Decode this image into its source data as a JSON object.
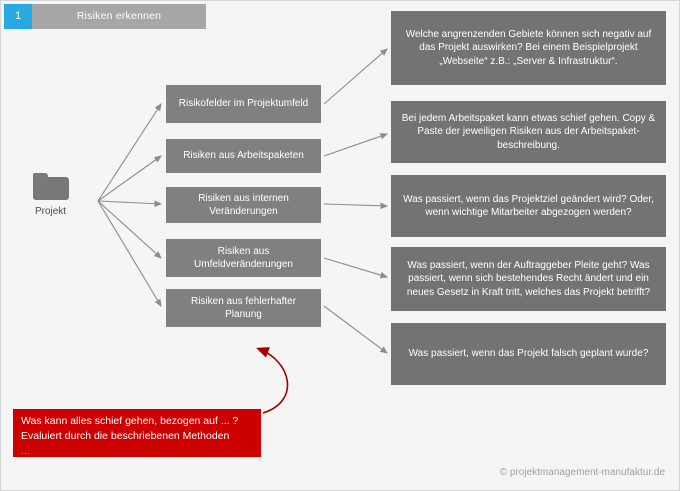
{
  "header": {
    "step_number": "1",
    "title": "Risiken erkennen",
    "badge_color": "#27aae1",
    "bar_color": "#a6a6a6"
  },
  "project_node": {
    "icon": "folder-icon",
    "label": "Projekt"
  },
  "risk_fields": [
    {
      "label": "Risikofelder im Projektumfeld"
    },
    {
      "label": "Risiken aus Arbeitspaketen"
    },
    {
      "label": "Risiken aus internen Veränderungen"
    },
    {
      "label": "Risiken aus Umfeldveränderungen"
    },
    {
      "label": "Risiken aus fehlerhafter Planung"
    }
  ],
  "explanations": [
    {
      "text": "Welche angrenzenden Gebiete können sich negativ auf das Projekt auswirken? Bei einem Beispielprojekt „Webseite“ z.B.: „Server & Infrastruktur“."
    },
    {
      "text": "Bei jedem Arbeitspaket kann etwas schief gehen. Copy & Paste der jeweiligen Risiken aus der Arbeitspaket-beschreibung."
    },
    {
      "text": "Was passiert, wenn das Projektziel geändert wird? Oder, wenn wichtige Mitarbeiter abgezogen werden?"
    },
    {
      "text": "Was passiert, wenn der Auftraggeber Pleite geht? Was passiert, wenn sich bestehendes Recht ändert und ein neues Gesetz in Kraft tritt, welches das Projekt betrifft?"
    },
    {
      "text": "Was passiert, wenn das Projekt falsch geplant wurde?"
    }
  ],
  "callout": {
    "line1": "Was kann alles schief gehen, bezogen auf ... ?",
    "line2": "Evaluiert durch die beschriebenen Methoden",
    "line3": "...",
    "color": "#cc0000"
  },
  "footer": {
    "credit": "© projektmanagement-manufaktur.de"
  }
}
